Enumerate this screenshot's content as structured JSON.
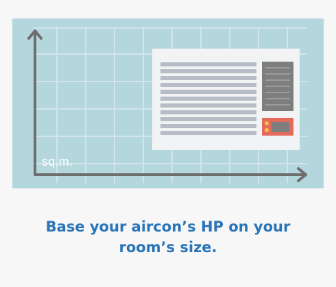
{
  "illustration": {
    "axis_unit_label": "sq.m.",
    "background_color": "#b4d6dd",
    "grid_color": "#d2e6ea",
    "axis_color": "#6d6d6d",
    "aircon_body_color": "#f2f3f4",
    "aircon_vent_color": "#b6bdc6",
    "aircon_panel_color": "#7e7e7e",
    "aircon_display_color": "#e36a5c",
    "aircon_button_color": "#f5c04a"
  },
  "caption": {
    "line1": "Base your aircon’s HP on your",
    "line2": "room’s size."
  }
}
